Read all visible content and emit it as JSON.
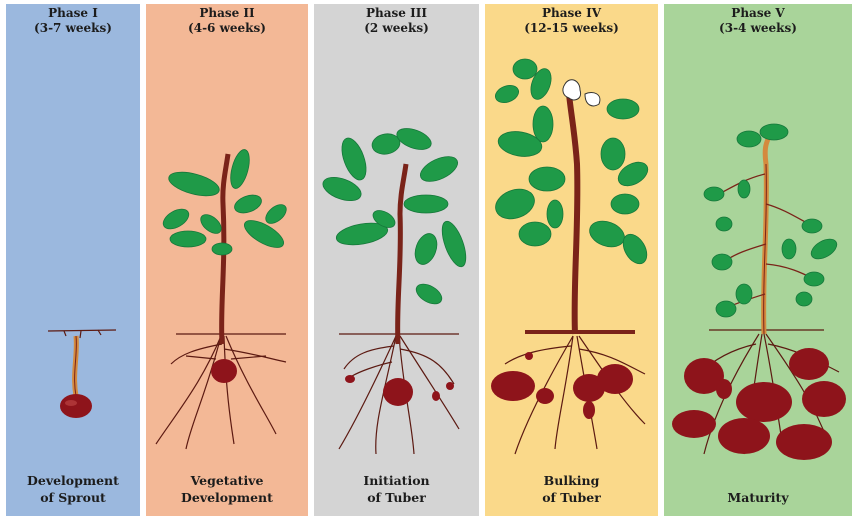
{
  "colors": {
    "phase1": "#9bb8de",
    "phase2": "#f3b896",
    "phase3": "#d4d4d4",
    "phase4": "#fad98a",
    "phase5": "#a9d49a",
    "leaf": "#1f9a48",
    "tuber": "#8e141b",
    "stem": "#7a2319",
    "root": "#5c1a12"
  },
  "phases": [
    {
      "title": "Phase I",
      "duration": "(3-7 weeks)",
      "label_line1": "Development",
      "label_line2": "of Sprout"
    },
    {
      "title": "Phase II",
      "duration": "(4-6 weeks)",
      "label_line1": "Vegetative",
      "label_line2": "Development"
    },
    {
      "title": "Phase III",
      "duration": "(2 weeks)",
      "label_line1": "Initiation",
      "label_line2": "of Tuber"
    },
    {
      "title": "Phase IV",
      "duration": "(12-15 weeks)",
      "label_line1": "Bulking",
      "label_line2": "of Tuber"
    },
    {
      "title": "Phase V",
      "duration": "(3-4 weeks)",
      "label_line1": "Maturity",
      "label_line2": ""
    }
  ]
}
